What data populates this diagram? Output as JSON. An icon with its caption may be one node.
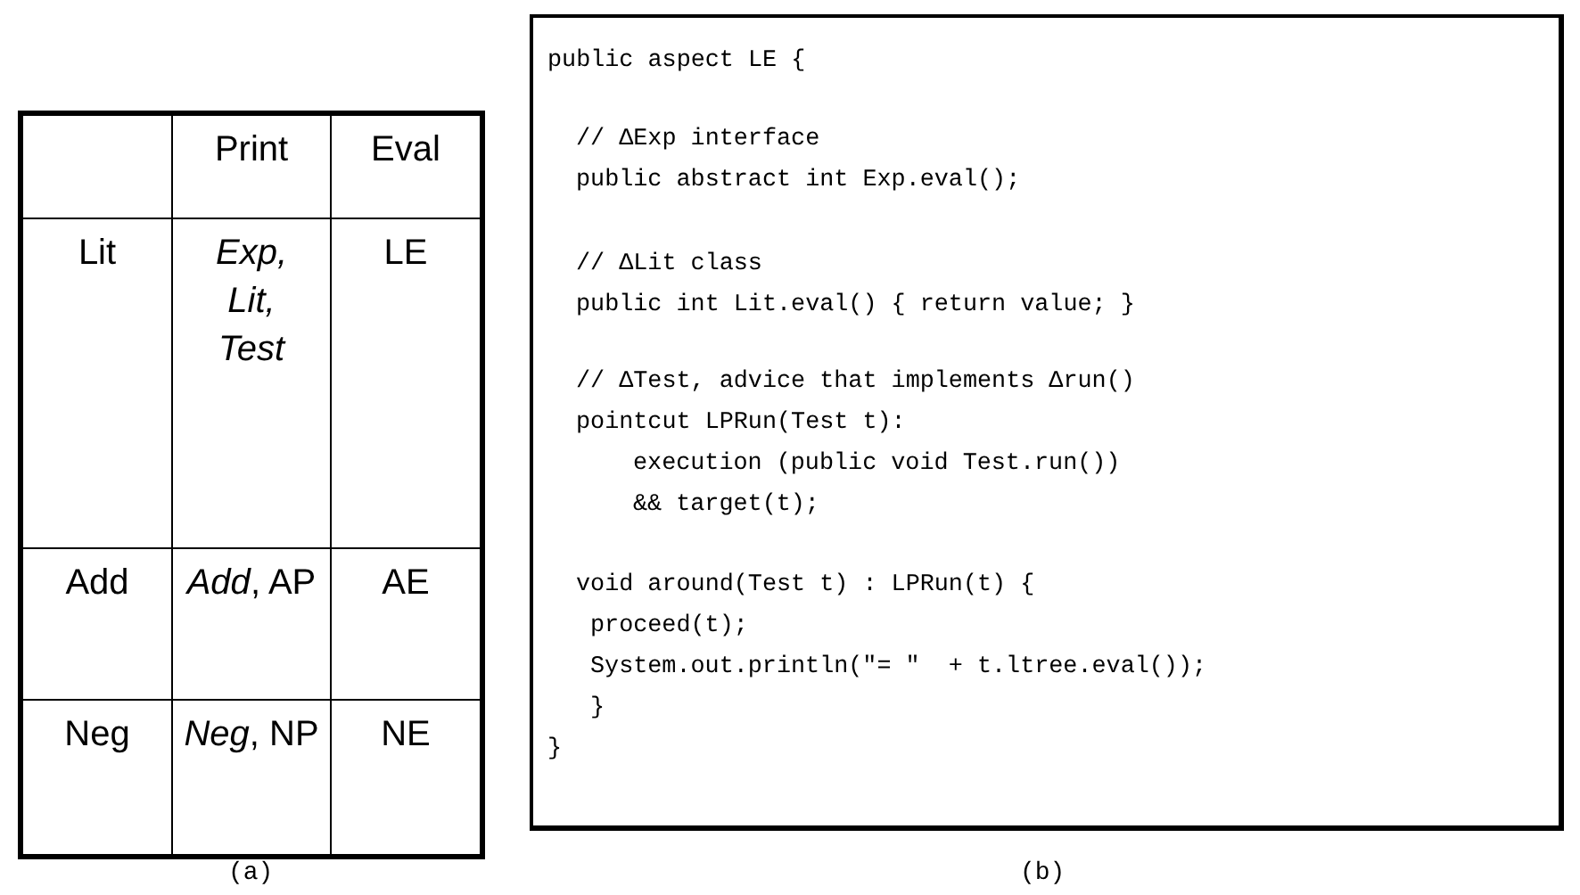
{
  "diagram": {
    "nodes": [
      {
        "text": [
          "public aspect LE {",
          "// ΔExp interface",
          "public abstract int Exp.eval();",
          "// ΔLit class",
          "public int Lit.eval() { return value; }",
          "// ΔTest, advice that implements Δrun()",
          "pointcut LPRun(Test t):",
          "execution (public void Test.run())",
          "&& target(t);",
          "void around(Test t) : LPRun(t) {",
          "proceed(t);",
          "System.out.println(\"= \"  + t.ltree.eval());",
          "}",
          "}"
        ],
        "beside": [
          "(b)"
        ]
      }
    ],
    "edges": [],
    "labels": [
      "Print",
      "Eval",
      "Lit",
      "Exp, Lit, Test",
      "LE",
      "Add",
      "*Add*, AP",
      "AE",
      "Neg",
      "*Neg*, NP",
      "NE",
      "(a)"
    ]
  }
}
